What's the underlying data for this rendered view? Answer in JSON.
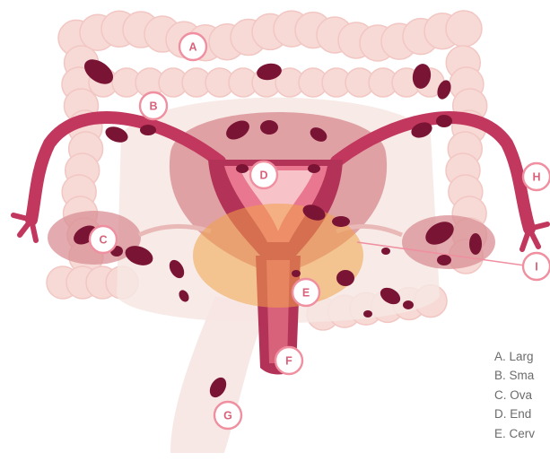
{
  "colors": {
    "intestine": "#f7d9d6",
    "intestine_edge": "#f2c7c3",
    "pelvis_bg": "#f6e6e3",
    "uterus_outer": "#d98f94",
    "tube": "#c2375e",
    "uterus_inner": "#b33257",
    "lesion": "#7a1434",
    "cervix_overlay": "#f0a348",
    "marker_ring": "#ef8fa0",
    "marker_text": "#d9627b",
    "legend_text": "#6b6b6b",
    "pointer_line": "#ef8fa0"
  },
  "markers": [
    {
      "letter": "A",
      "name": "marker-a-large-intestine"
    },
    {
      "letter": "B",
      "name": "marker-b-small-intestine"
    },
    {
      "letter": "C",
      "name": "marker-c-ovary"
    },
    {
      "letter": "D",
      "name": "marker-d-endometrium"
    },
    {
      "letter": "E",
      "name": "marker-e-cervix"
    },
    {
      "letter": "F",
      "name": "marker-f"
    },
    {
      "letter": "G",
      "name": "marker-g"
    },
    {
      "letter": "H",
      "name": "marker-h"
    },
    {
      "letter": "I",
      "name": "marker-i"
    }
  ],
  "legend": [
    "A. Larg",
    "B. Sma",
    "C. Ova",
    "D. End",
    "E. Cerv"
  ]
}
